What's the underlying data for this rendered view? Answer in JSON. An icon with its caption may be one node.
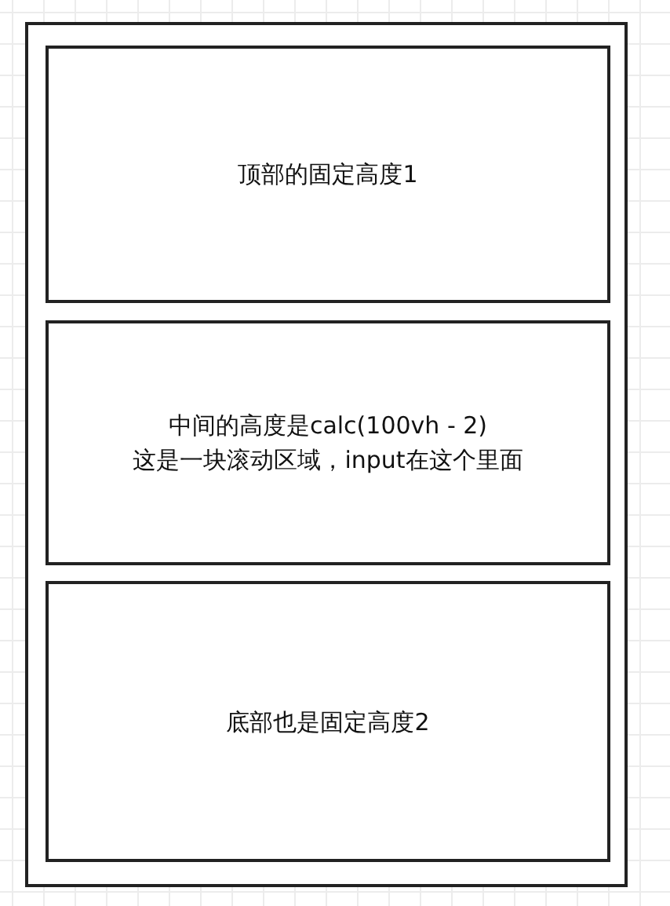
{
  "diagram": {
    "nodes": [
      {
        "text": [],
        "shape": "box"
      },
      {
        "text": [
          "顶部的固定高度1"
        ],
        "in": 0
      },
      {
        "text": [
          "中间的高度是calc(100vh - 2)",
          "这是一块滚动区域，input在这个里面"
        ],
        "in": 0
      },
      {
        "text": [
          "底部也是固定高度2"
        ],
        "in": 0
      }
    ]
  }
}
